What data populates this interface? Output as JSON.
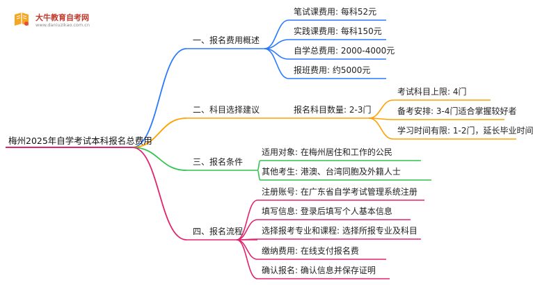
{
  "logo": {
    "name": "大牛教育自考网",
    "url": "www.daniuzikao.com.cn"
  },
  "colors": {
    "branch1": "#2979ff",
    "branch2": "#ffa000",
    "branch3": "#2fc44e",
    "branch4": "#e3226e",
    "root_line": "#e3226e"
  },
  "root": "梅州2025年自学考试本科报名总费用",
  "branches": [
    {
      "label": "一、报名费用概述",
      "children": [
        "笔试课费用: 每科52元",
        "实践课费用: 每科150元",
        "自学总费用: 2000-4000元",
        "报班费用: 约5000元"
      ]
    },
    {
      "label": "二、科目选择建议",
      "children": [
        "报名科目数量: 2-3门"
      ],
      "grandchildren": [
        "考试科目上限: 4门",
        "备考安排: 3-4门适合掌握较好者",
        "学习时间有限: 1-2门，延长毕业时间"
      ]
    },
    {
      "label": "三、报名条件",
      "children": [
        "适用对象: 在梅州居住和工作的公民",
        "其他考生: 港澳、台湾同胞及外籍人士"
      ]
    },
    {
      "label": "四、报名流程",
      "children": [
        "注册账号: 在广东省自学考试管理系统注册",
        "填写信息: 登录后填写个人基本信息",
        "选择报考专业和课程: 选择所报专业及科目",
        "缴纳费用: 在线支付报名费",
        "确认报名: 确认信息并保存证明"
      ]
    }
  ]
}
